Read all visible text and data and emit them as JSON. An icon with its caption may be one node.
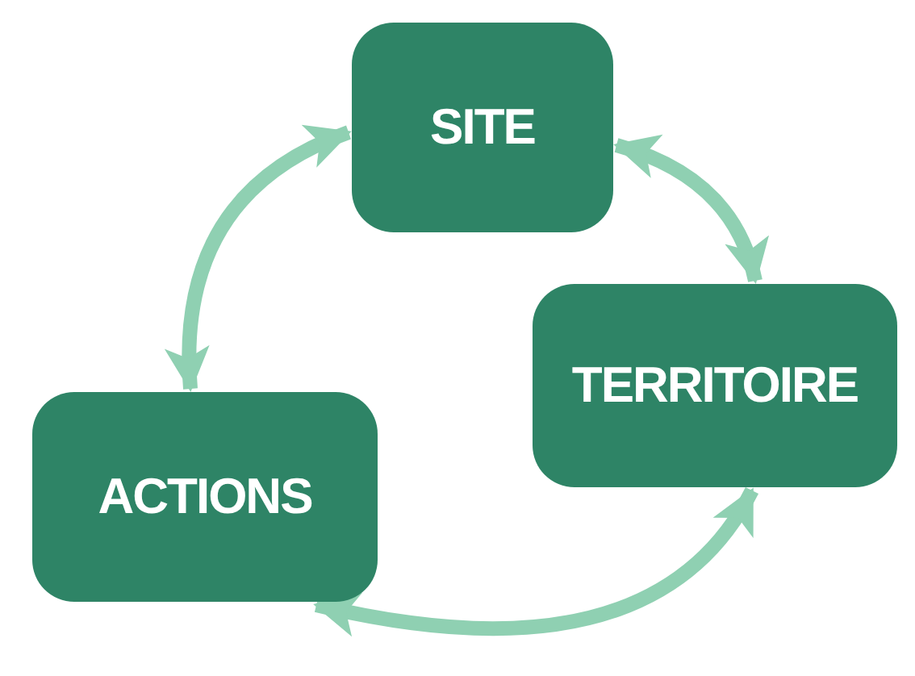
{
  "diagram": {
    "nodes": [
      {
        "text": [
          "SITE"
        ]
      },
      {
        "text": [
          "TERRITOIRE"
        ]
      },
      {
        "text": [
          "ACTIONS"
        ]
      }
    ],
    "edges": [
      {
        "from": 0,
        "to": 1,
        "arrow": "both"
      },
      {
        "from": 1,
        "to": 2,
        "arrow": "both"
      },
      {
        "from": 2,
        "to": 0,
        "arrow": "both"
      }
    ]
  }
}
